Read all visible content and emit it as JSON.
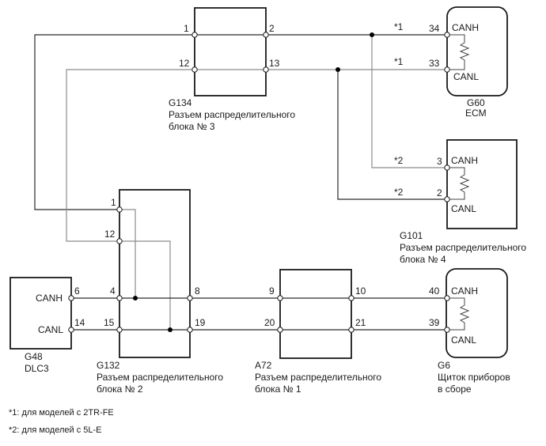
{
  "components": {
    "g134": {
      "code": "G134",
      "name_line1": "Разъем распределительного",
      "name_line2": "блока № 3",
      "pins": {
        "l1": "1",
        "l12": "12",
        "r2": "2",
        "r13": "13"
      }
    },
    "g60": {
      "code": "G60",
      "name": "ECM",
      "pin_h": "34",
      "pin_l": "33",
      "canh": "CANH",
      "canl": "CANL",
      "mark_h": "*1",
      "mark_l": "*1"
    },
    "g101": {
      "code": "G101",
      "name_line1": "Разъем распределительного",
      "name_line2": "блока № 4",
      "pin_h": "3",
      "pin_l": "2",
      "canh": "CANH",
      "canl": "CANL",
      "mark_h": "*2",
      "mark_l": "*2"
    },
    "g132": {
      "code": "G132",
      "name_line1": "Разъем распределительного",
      "name_line2": "блока № 2",
      "pins": {
        "p1": "1",
        "p12": "12",
        "p4": "4",
        "p15": "15",
        "p8": "8",
        "p19": "19"
      }
    },
    "g48": {
      "code": "G48",
      "name": "DLC3",
      "pin_h": "6",
      "pin_l": "14",
      "canh": "CANH",
      "canl": "CANL"
    },
    "a72": {
      "code": "A72",
      "name_line1": "Разъем распределительного",
      "name_line2": "блока № 1",
      "pins": {
        "p9": "9",
        "p20": "20",
        "p10": "10",
        "p21": "21"
      }
    },
    "g6": {
      "code": "G6",
      "name_line1": "Щиток приборов",
      "name_line2": "в сборе",
      "pin_h": "40",
      "pin_l": "39",
      "canh": "CANH",
      "canl": "CANL"
    }
  },
  "footnotes": [
    "*1: для моделей с 2TR-FE",
    "*2: для моделей с 5L-E"
  ],
  "colors": {
    "wire_dark": "#2b2b2b",
    "wire_gray": "#8c8c8c"
  }
}
